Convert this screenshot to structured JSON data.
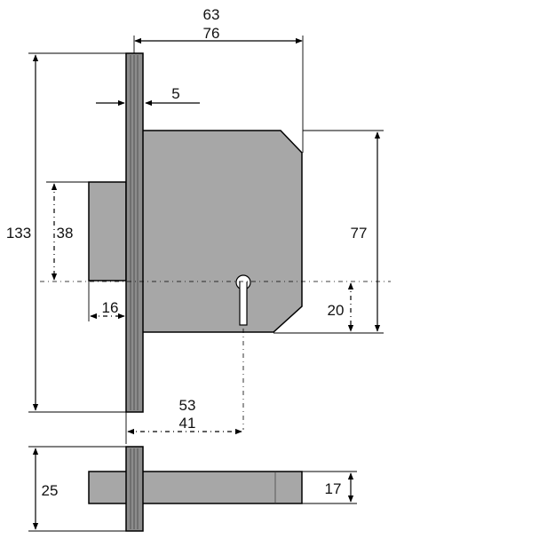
{
  "dimensions": {
    "d63": "63",
    "d76": "76",
    "d5": "5",
    "d133": "133",
    "d38": "38",
    "d77": "77",
    "d16": "16",
    "d20": "20",
    "d53": "53",
    "d41": "41",
    "d25": "25",
    "d17": "17"
  }
}
